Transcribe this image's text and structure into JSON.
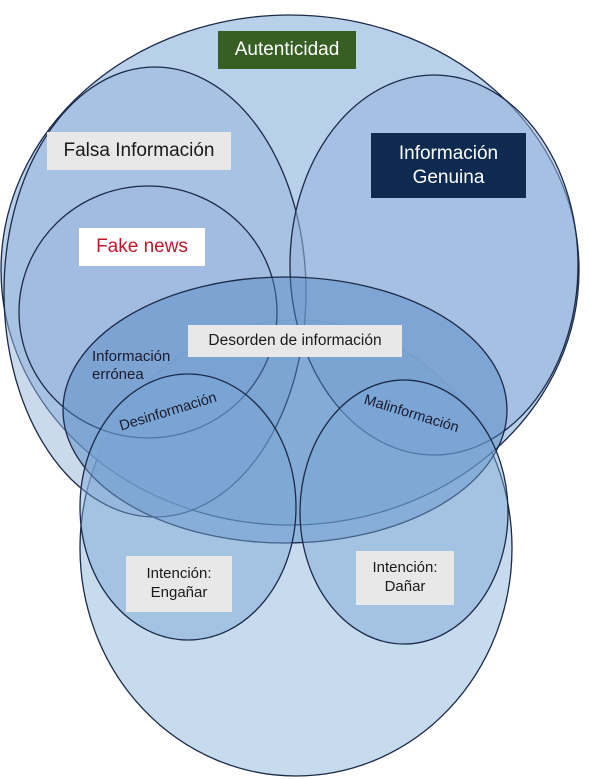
{
  "labels": {
    "autenticidad": "Autenticidad",
    "falsa_informacion": "Falsa Información",
    "informacion_genuina_1": "Información",
    "informacion_genuina_2": "Genuina",
    "fake_news": "Fake news",
    "desorden_de_informacion": "Desorden de información",
    "informacion_erronea_1": "Información",
    "informacion_erronea_2": "errónea",
    "desinformacion": "Desinformación",
    "malinformacion": "Malinformación",
    "intencion_enganar_1": "Intención:",
    "intencion_enganar_2": "Engañar",
    "intencion_danar_1": "Intención:",
    "intencion_danar_2": "Dañar"
  },
  "colors": {
    "outline": "#1b2a48",
    "autenticidad_bg": "#375e23",
    "genuina_bg": "#0e2a50",
    "label_bg": "#e8e8e8",
    "fake_news_text": "#c0182a",
    "circle_fill": "#7fa6d3"
  }
}
